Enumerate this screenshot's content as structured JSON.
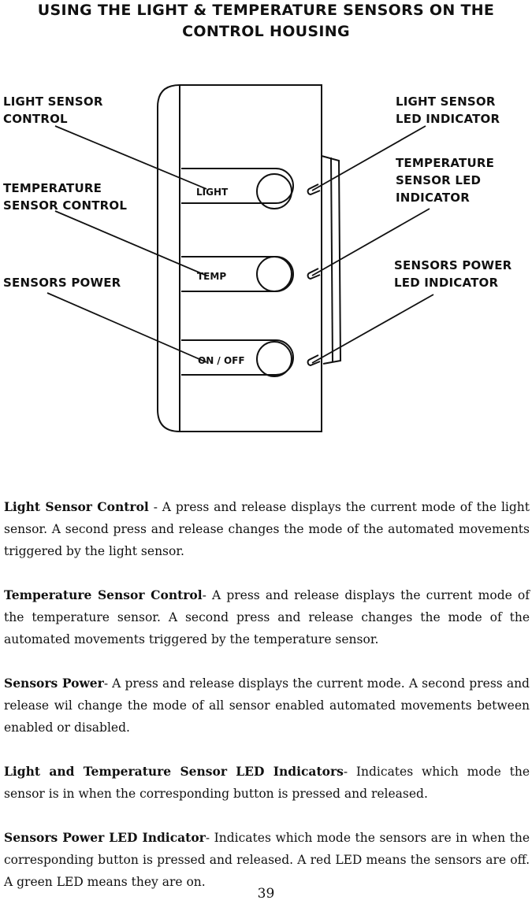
{
  "page_title": "USING THE LIGHT & TEMPERATURE SENSORS ON THE CONTROL HOUSING",
  "diagram": {
    "callouts": {
      "light_sensor_control": "LIGHT SENSOR\nCONTROL",
      "temperature_sensor_control": "TEMPERATURE\nSENSOR CONTROL",
      "sensors_power": "SENSORS POWER",
      "light_sensor_led": "LIGHT SENSOR\nLED INDICATOR",
      "temperature_sensor_led": "TEMPERATURE\nSENSOR LED\nINDICATOR",
      "sensors_power_led": "SENSORS POWER\nLED INDICATOR"
    },
    "buttons": {
      "light": "LIGHT",
      "temp": "TEMP",
      "onoff": "ON / OFF"
    }
  },
  "descriptions": [
    {
      "term": "Light Sensor Control",
      "text": " - A press and release displays the current mode of the light sensor. A second press and release changes the mode of the automated movements triggered by the light sensor."
    },
    {
      "term": "Temperature Sensor Control",
      "text": "-  A press and release displays the current mode of the temperature sensor. A second press and release changes the mode of the automated movements triggered by the temperature sensor."
    },
    {
      "term": "Sensors Power",
      "text": "- A press and release displays the current mode.  A second press and release wil change the mode of all sensor enabled automated movements between enabled or disabled."
    },
    {
      "term": "Light and Temperature Sensor LED Indicators",
      "text": "- Indicates which mode the sensor is in when the corresponding button is pressed and released."
    },
    {
      "term": "Sensors Power LED Indicator",
      "text": "- Indicates which mode the sensors are in when the corresponding button is pressed and released. A red LED means the sensors are off. A green LED means they are on."
    }
  ],
  "page_number": "39"
}
